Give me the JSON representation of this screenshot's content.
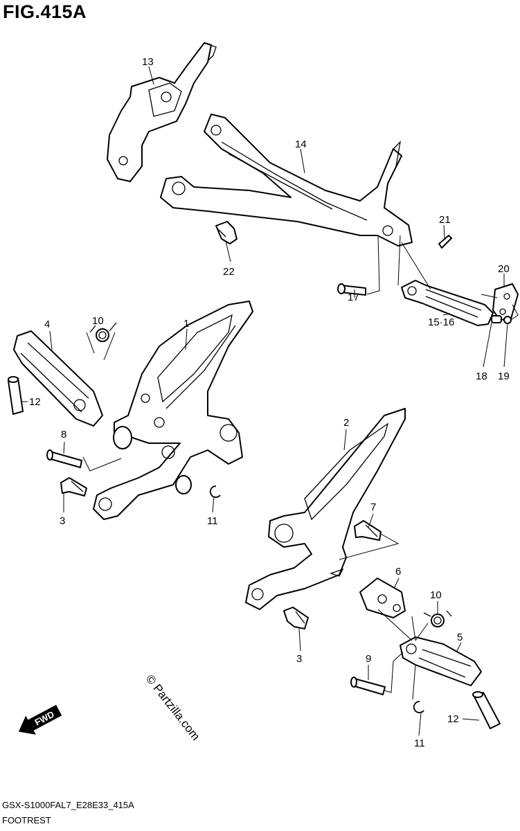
{
  "figure": {
    "title": "FIG.415A",
    "model_code": "GSX-S1000FAL7_E28E33_415A",
    "section_name": "FOOTREST",
    "watermark": "© Partzilla.com",
    "fwd_label": "FWD"
  },
  "callouts": {
    "c1": "1",
    "c2": "2",
    "c3a": "3",
    "c3b": "3",
    "c4": "4",
    "c5": "5",
    "c6": "6",
    "c7": "7",
    "c8": "8",
    "c9": "9",
    "c10a": "10",
    "c10b": "10",
    "c11a": "11",
    "c11b": "11",
    "c12a": "12",
    "c12b": "12",
    "c13": "13",
    "c14": "14",
    "c1516": "15·16",
    "c17": "17",
    "c18": "18",
    "c19": "19",
    "c20": "20",
    "c21": "21",
    "c22": "22"
  }
}
